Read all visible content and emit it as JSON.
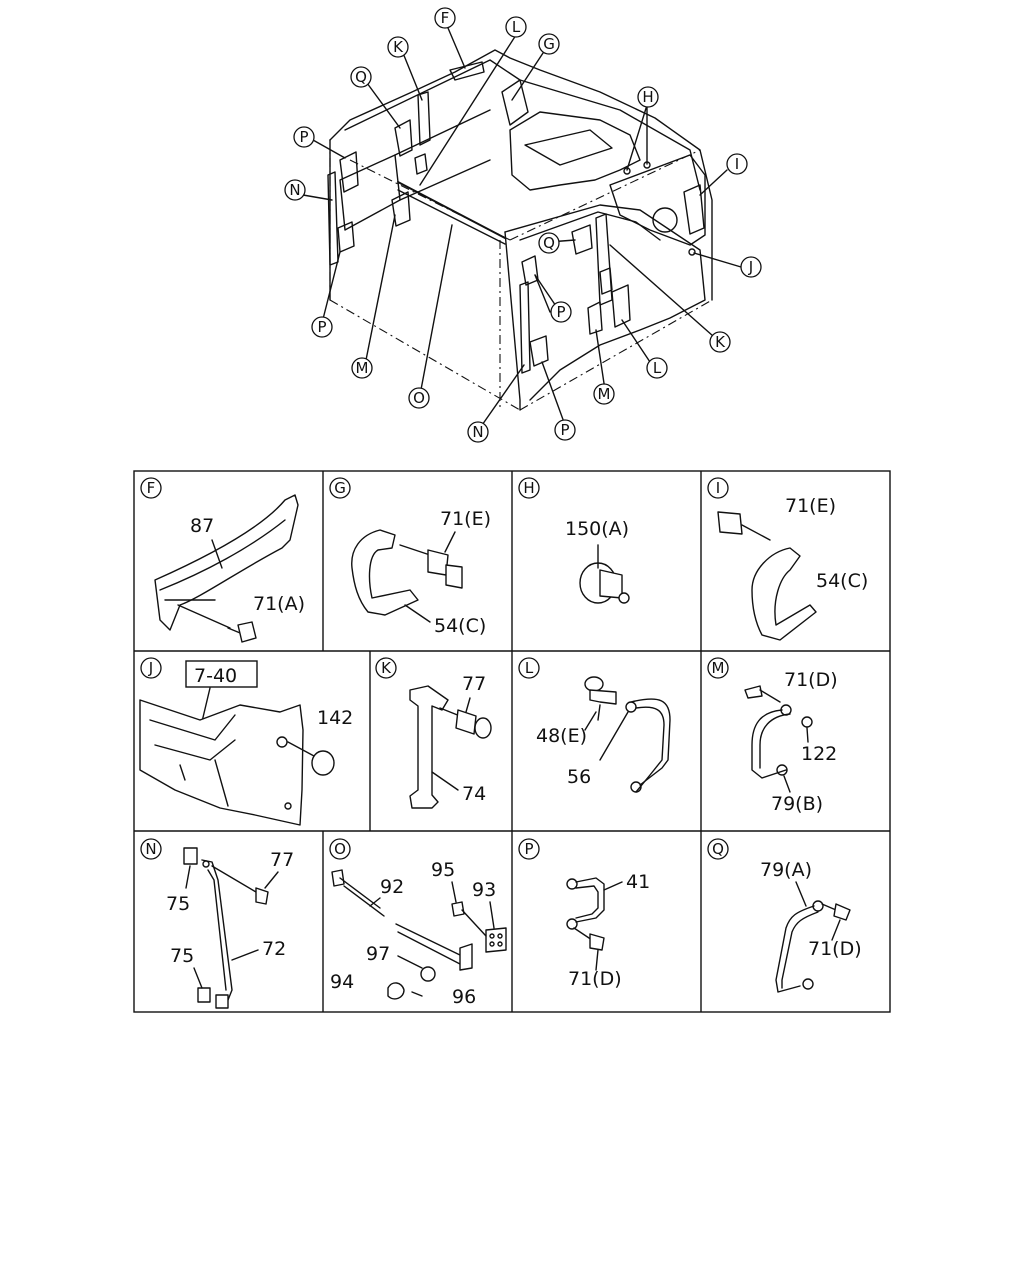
{
  "overview": {
    "callouts": [
      "F",
      "L",
      "G",
      "K",
      "Q",
      "H",
      "P",
      "I",
      "N",
      "Q",
      "J",
      "P",
      "K",
      "P",
      "L",
      "M",
      "M",
      "O",
      "N",
      "P"
    ]
  },
  "panels": [
    {
      "letter": "F",
      "parts": [
        "87",
        "71(A)"
      ]
    },
    {
      "letter": "G",
      "parts": [
        "71(E)",
        "54(C)"
      ]
    },
    {
      "letter": "H",
      "parts": [
        "150(A)"
      ]
    },
    {
      "letter": "I",
      "parts": [
        "71(E)",
        "54(C)"
      ]
    },
    {
      "letter": "J",
      "parts": [
        "7-40",
        "142"
      ]
    },
    {
      "letter": "K",
      "parts": [
        "77",
        "74"
      ]
    },
    {
      "letter": "L",
      "parts": [
        "48(E)",
        "56"
      ]
    },
    {
      "letter": "M",
      "parts": [
        "71(D)",
        "122",
        "79(B)"
      ]
    },
    {
      "letter": "N",
      "parts": [
        "77",
        "75",
        "75",
        "72"
      ]
    },
    {
      "letter": "O",
      "parts": [
        "92",
        "95",
        "93",
        "97",
        "94",
        "96"
      ]
    },
    {
      "letter": "P",
      "parts": [
        "41",
        "71(D)"
      ]
    },
    {
      "letter": "Q",
      "parts": [
        "79(A)",
        "71(D)"
      ]
    }
  ]
}
